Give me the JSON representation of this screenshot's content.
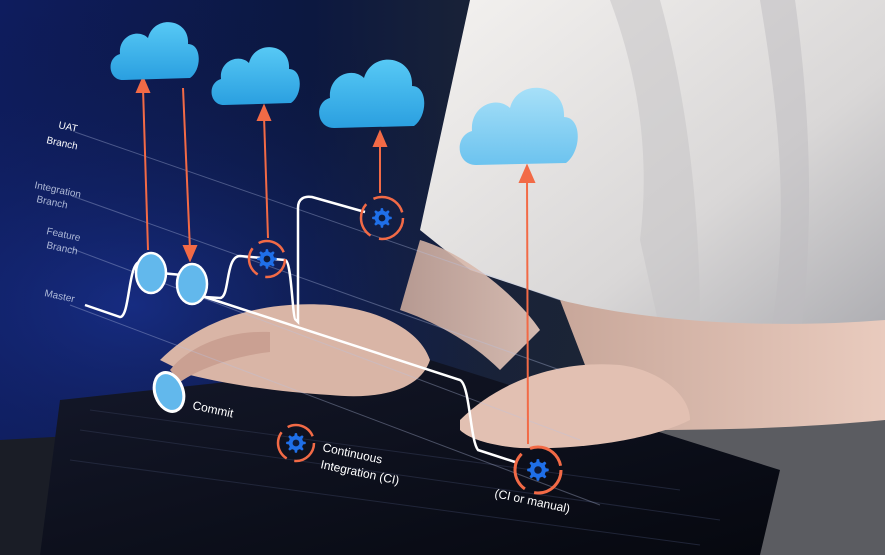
{
  "labels": {
    "uat_branch": [
      "UAT",
      "Branch"
    ],
    "integration_branch": [
      "Integration",
      "Branch"
    ],
    "feature_branch": [
      "Feature",
      "Branch"
    ],
    "master": "Master",
    "commit": "Commit",
    "continuous_integration": [
      "Continuous",
      "Integration  (CI)"
    ],
    "deploy": "(CI or manual)"
  },
  "colors": {
    "cloud": "#3fb8ee",
    "cloud_light": "#8fd6f5",
    "arrow": "#f26a46",
    "commit_node": "#62b8ec",
    "line": "#ffffff"
  },
  "icons": {
    "cloud": "cloud-icon",
    "gear": "gear-icon",
    "commit": "commit-node-icon"
  }
}
